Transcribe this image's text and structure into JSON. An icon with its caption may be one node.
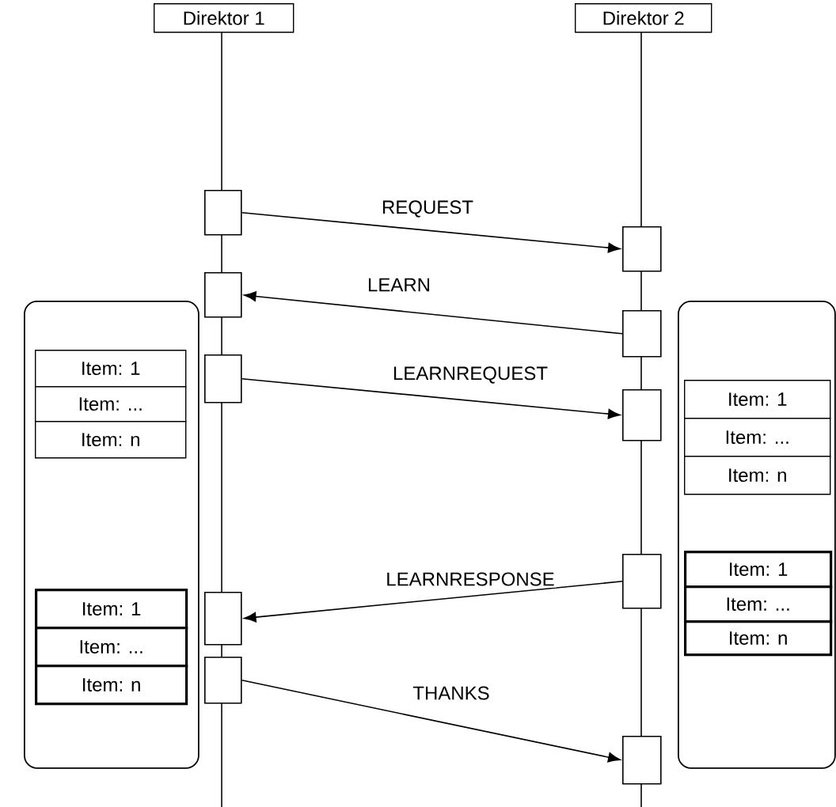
{
  "diagram": {
    "nodes": [
      {
        "text": [
          "Direktor 1"
        ]
      },
      {
        "text": [
          "Direktor 2"
        ]
      },
      {
        "text": [],
        "shape": "box"
      },
      {
        "text": [],
        "shape": "box"
      },
      {
        "text": [],
        "shape": "box"
      },
      {
        "text": [],
        "shape": "box"
      },
      {
        "text": [],
        "shape": "box"
      },
      {
        "text": [],
        "shape": "box"
      },
      {
        "text": [],
        "shape": "box"
      },
      {
        "text": [],
        "shape": "box"
      },
      {
        "text": [],
        "shape": "box"
      },
      {
        "text": [],
        "shape": "box"
      },
      {
        "text": [],
        "shape": "box"
      },
      {
        "text": [
          "Item: 1"
        ],
        "in": 12
      },
      {
        "text": [
          "Item: ..."
        ],
        "in": 12
      },
      {
        "text": [
          "Item: n"
        ],
        "in": 12
      },
      {
        "text": [
          "Item: 1"
        ],
        "in": 12
      },
      {
        "text": [
          "Item: ..."
        ],
        "in": 12
      },
      {
        "text": [
          "Item: n"
        ],
        "in": 12
      },
      {
        "text": [],
        "shape": "box"
      },
      {
        "text": [
          "Item: 1"
        ],
        "in": 19
      },
      {
        "text": [
          "Item: ..."
        ],
        "in": 19
      },
      {
        "text": [
          "Item: n"
        ],
        "in": 19
      },
      {
        "text": [
          "Item: 1"
        ],
        "in": 19
      },
      {
        "text": [
          "Item: ..."
        ],
        "in": 19
      },
      {
        "text": [
          "Item: n"
        ],
        "in": 19
      }
    ],
    "edges": [
      {
        "from": 2,
        "to": 3,
        "arrow": "to",
        "label": "REQUEST"
      },
      {
        "from": 5,
        "to": 4,
        "arrow": "to",
        "label": "LEARN"
      },
      {
        "from": 6,
        "to": 7,
        "arrow": "to",
        "label": "LEARNREQUEST"
      },
      {
        "from": 8,
        "to": 9,
        "arrow": "to",
        "label": "LEARNRESPONSE"
      },
      {
        "from": 10,
        "to": 11,
        "arrow": "to",
        "label": "THANKS"
      }
    ]
  }
}
